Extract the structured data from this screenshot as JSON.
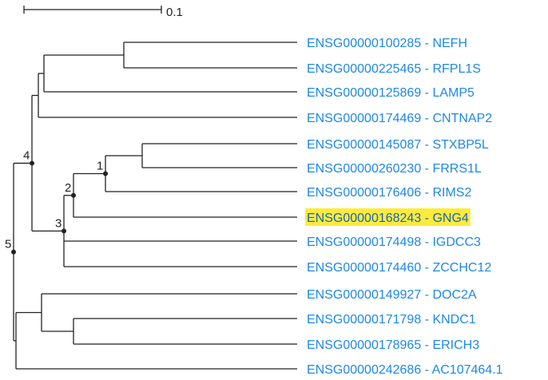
{
  "colors": {
    "branch": "#222222",
    "label": "#1e88e5",
    "highlight_bg": "#ffeb3b",
    "highlight_text": "#1565c0"
  },
  "scale": {
    "label": "0.1"
  },
  "leaves": [
    {
      "id": "ENSG00000100285",
      "gene": "NEFH",
      "highlighted": false
    },
    {
      "id": "ENSG00000225465",
      "gene": "RFPL1S",
      "highlighted": false
    },
    {
      "id": "ENSG00000125869",
      "gene": "LAMP5",
      "highlighted": false
    },
    {
      "id": "ENSG00000174469",
      "gene": "CNTNAP2",
      "highlighted": false
    },
    {
      "id": "ENSG00000145087",
      "gene": "STXBP5L",
      "highlighted": false
    },
    {
      "id": "ENSG00000260230",
      "gene": "FRRS1L",
      "highlighted": false
    },
    {
      "id": "ENSG00000176406",
      "gene": "RIMS2",
      "highlighted": false
    },
    {
      "id": "ENSG00000168243",
      "gene": "GNG4",
      "highlighted": true
    },
    {
      "id": "ENSG00000174498",
      "gene": "IGDCC3",
      "highlighted": false
    },
    {
      "id": "ENSG00000174460",
      "gene": "ZCCHC12",
      "highlighted": false
    },
    {
      "id": "ENSG00000149927",
      "gene": "DOC2A",
      "highlighted": false
    },
    {
      "id": "ENSG00000171798",
      "gene": "KNDC1",
      "highlighted": false
    },
    {
      "id": "ENSG00000178965",
      "gene": "ERICH3",
      "highlighted": false
    },
    {
      "id": "ENSG00000242686",
      "gene": "AC107464.1",
      "highlighted": false
    }
  ],
  "node_labels": [
    "1",
    "2",
    "3",
    "4",
    "5"
  ]
}
